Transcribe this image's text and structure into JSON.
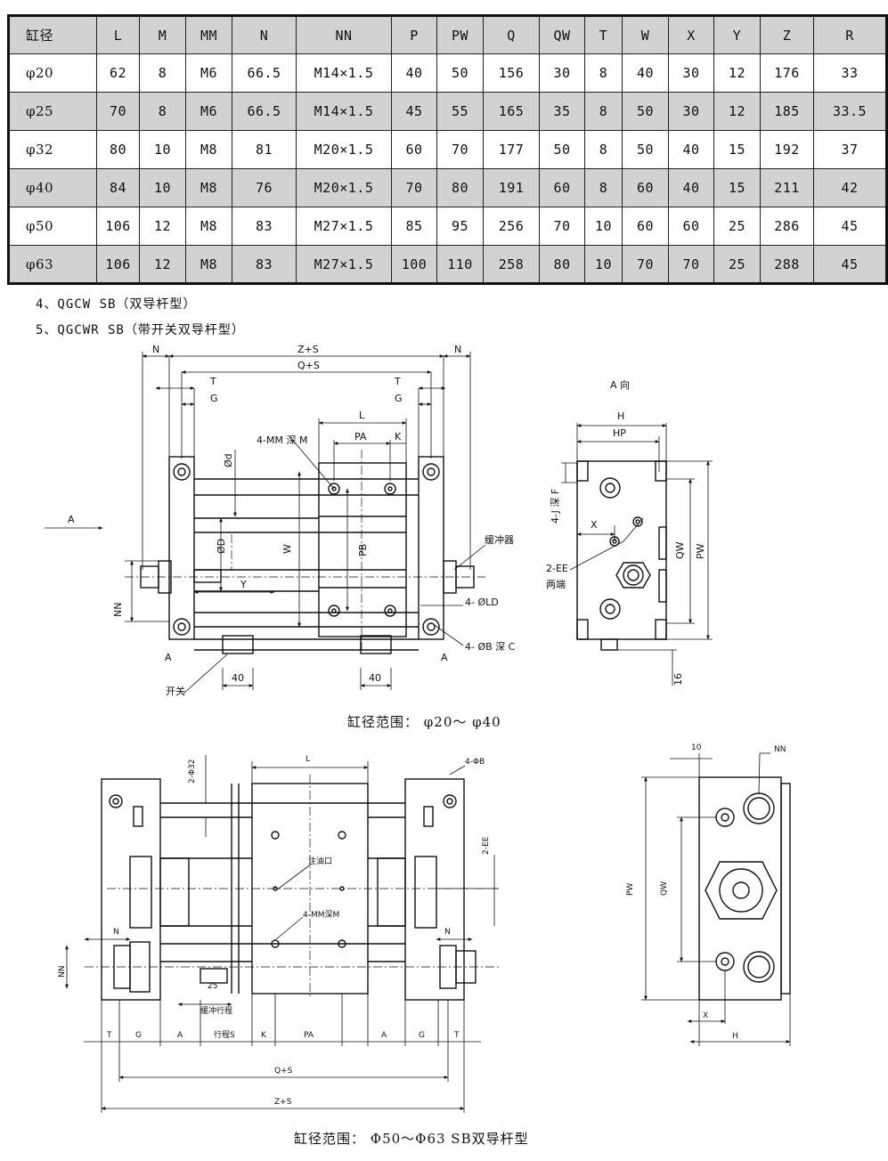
{
  "table": {
    "headers": [
      "缸径",
      "L",
      "M",
      "MM",
      "N",
      "NN",
      "P",
      "PW",
      "Q",
      "QW",
      "T",
      "W",
      "X",
      "Y",
      "Z",
      "R"
    ],
    "rows": [
      [
        "φ20",
        "62",
        "8",
        "M6",
        "66.5",
        "M14×1.5",
        "40",
        "50",
        "156",
        "30",
        "8",
        "40",
        "30",
        "12",
        "176",
        "33"
      ],
      [
        "φ25",
        "70",
        "8",
        "M6",
        "66.5",
        "M14×1.5",
        "45",
        "55",
        "165",
        "35",
        "8",
        "50",
        "30",
        "12",
        "185",
        "33.5"
      ],
      [
        "φ32",
        "80",
        "10",
        "M8",
        "81",
        "M20×1.5",
        "60",
        "70",
        "177",
        "50",
        "8",
        "50",
        "40",
        "15",
        "192",
        "37"
      ],
      [
        "φ40",
        "84",
        "10",
        "M8",
        "76",
        "M20×1.5",
        "70",
        "80",
        "191",
        "60",
        "8",
        "60",
        "40",
        "15",
        "211",
        "42"
      ],
      [
        "φ50",
        "106",
        "12",
        "M8",
        "83",
        "M27×1.5",
        "85",
        "95",
        "256",
        "70",
        "10",
        "60",
        "60",
        "25",
        "286",
        "45"
      ],
      [
        "φ63",
        "106",
        "12",
        "M8",
        "83",
        "M27×1.5",
        "100",
        "110",
        "258",
        "80",
        "10",
        "70",
        "70",
        "25",
        "288",
        "45"
      ]
    ]
  },
  "headings": {
    "h4": "4、QGCW  SB（双导杆型）",
    "h5": "5、QGCWR SB（带开关双导杆型）"
  },
  "drawing1": {
    "dims": {
      "n_left": "N",
      "zs": "Z+S",
      "n_right": "N",
      "qs": "Q+S",
      "t_left": "T",
      "g_left": "G",
      "t_right": "T",
      "g_right": "G",
      "l": "L",
      "pa": "PA",
      "k": "K",
      "mm_depth": "4-MM 深 M",
      "phi_d": "Ød",
      "phi_D": "ØD",
      "w": "W",
      "pb": "PB",
      "y": "Y",
      "nn": "NN",
      "arrow_a": "A",
      "a_left": "A",
      "a_right": "A",
      "buffer": "缓冲器",
      "ld": "4- ØLD",
      "b_depth": "4- ØB 深 C",
      "switch": "开关",
      "forty_left": "40",
      "forty_right": "40"
    },
    "side": {
      "view_label": "A 向",
      "h": "H",
      "hp": "HP",
      "j_depth": "4-J 深 F",
      "x": "X",
      "ee": "2-EE",
      "both_ends": "两端",
      "qw": "QW",
      "pw": "PW",
      "sixteen": "16"
    },
    "caption": "缸径范围： φ20～ φ40"
  },
  "drawing2": {
    "dims": {
      "l": "L",
      "phi32": "2-Φ32",
      "b4": "4-ΦB",
      "ee2": "2-EE",
      "oil": "注油口",
      "mm_depth": "4-MM深M",
      "n_left": "N",
      "n_right": "N",
      "nn": "NN",
      "twentyfive": "25",
      "buffer_stroke": "缓冲行程",
      "t1": "T",
      "g1": "G",
      "a1": "A",
      "stroke": "行程S",
      "k": "K",
      "pa": "PA",
      "a2": "A",
      "g2": "G",
      "t2": "T",
      "qs": "Q+S",
      "zs": "Z+S"
    },
    "side": {
      "ten": "10",
      "nn": "NN",
      "pw": "PW",
      "qw": "QW",
      "x": "X",
      "h": "H"
    },
    "caption": "缸径范围： Φ50～Φ63  SB双导杆型"
  }
}
